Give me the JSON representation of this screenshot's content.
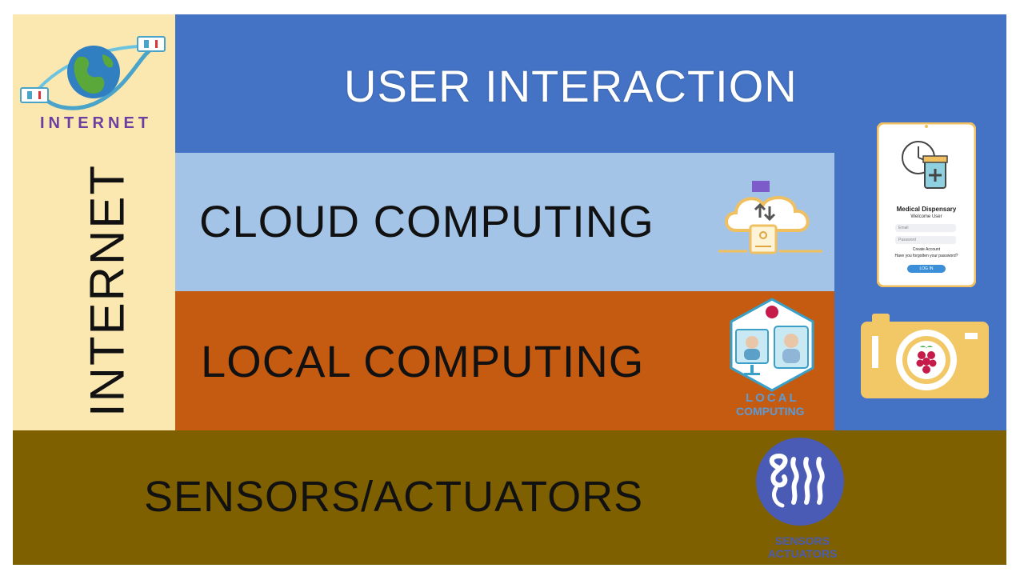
{
  "layers": {
    "user_interaction": "USER INTERACTION",
    "cloud_computing": "CLOUD COMPUTING",
    "local_computing": "LOCAL COMPUTING",
    "sensors_actuators": "SENSORS/ACTUATORS",
    "internet": "INTERNET"
  },
  "icons": {
    "internet_logo": {
      "name": "globe-with-ethernet-cable-icon",
      "caption": "INTERNET"
    },
    "cloud": {
      "name": "cloud-server-icon"
    },
    "local": {
      "name": "raspberry-pi-video-call-icon",
      "caption_line1": "LOCAL",
      "caption_line2": "COMPUTING"
    },
    "tablet": {
      "name": "medical-dispenser-tablet-icon"
    },
    "camera": {
      "name": "raspberry-pi-camera-icon"
    },
    "sensors": {
      "name": "sensors-icon",
      "caption_line1": "SENSORS",
      "caption_line2": "ACTUATORS"
    }
  },
  "tablet_app": {
    "title": "Medical Dispensary",
    "subtitle": "Welcome User",
    "email_placeholder": "Email",
    "password_placeholder": "Password",
    "create_account": "Create Account",
    "forgot_password": "Have you forgotten your password?",
    "login_button": "LOG IN"
  },
  "colors": {
    "internet_strip": "#fbe8b0",
    "user_interaction": "#4472c4",
    "cloud_computing": "#a3c4e6",
    "local_computing": "#c55a11",
    "sensors_actuators": "#7f6000"
  }
}
